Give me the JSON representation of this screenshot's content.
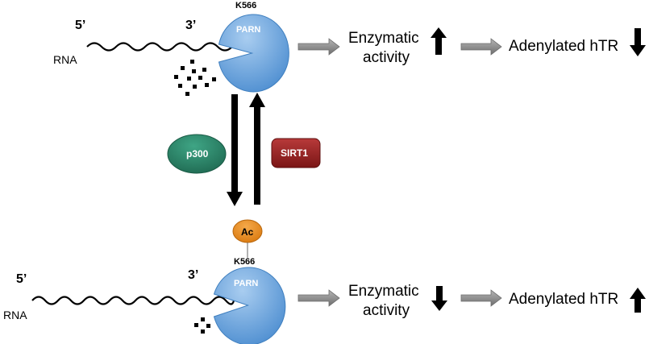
{
  "top": {
    "label_5": "5’",
    "label_3": "3’",
    "rna_label": "RNA",
    "site_label": "K566",
    "enzyme_label": "PARN",
    "enzymatic_line1": "Enzymatic",
    "enzymatic_line2": "activity",
    "enzymatic_change": "up",
    "product_label": "Adenylated hTR",
    "product_change": "down"
  },
  "middle": {
    "acetylase_label": "p300",
    "deacetylase_label": "SIRT1",
    "acetyl_label": "Ac"
  },
  "bottom": {
    "label_5": "5’",
    "label_3": "3’",
    "rna_label": "RNA",
    "site_label": "K566",
    "enzyme_label": "PARN",
    "enzymatic_line1": "Enzymatic",
    "enzymatic_line2": "activity",
    "enzymatic_change": "down",
    "product_label": "Adenylated hTR",
    "product_change": "up"
  },
  "colors": {
    "parn_light": "#a9cdf0",
    "parn_dark": "#4f8fd1",
    "p300_light": "#3fa585",
    "p300_dark": "#1f6a52",
    "sirt1_light": "#b83a3a",
    "sirt1_dark": "#7a1515",
    "ac_light": "#f5a94a",
    "ac_dark": "#d9790f",
    "gray_arrow": "#8c8c8c"
  }
}
